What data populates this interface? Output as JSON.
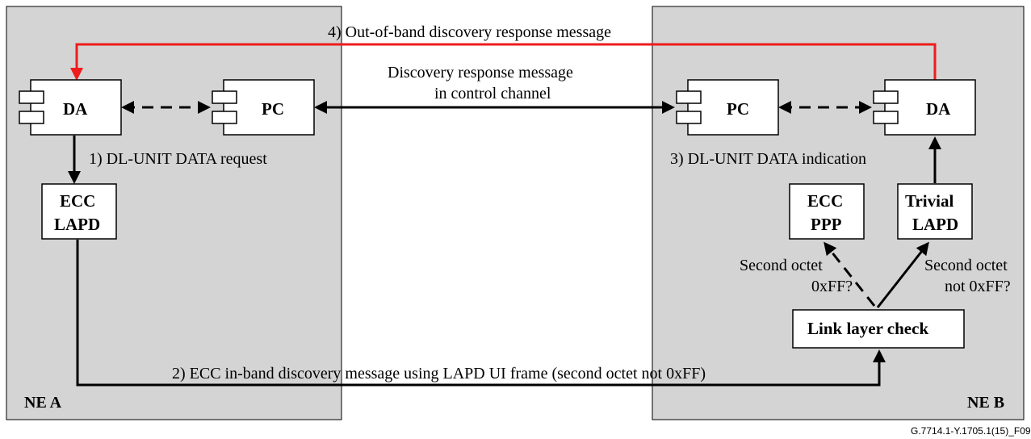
{
  "panels": {
    "left": "NE A",
    "right": "NE B"
  },
  "boxes": {
    "da_left": "DA",
    "pc_left": "PC",
    "pc_right": "PC",
    "da_right": "DA",
    "ecc_lapd_line1": "ECC",
    "ecc_lapd_line2": "LAPD",
    "ecc_ppp_line1": "ECC",
    "ecc_ppp_line2": "PPP",
    "trivial_lapd_line1": "Trivial",
    "trivial_lapd_line2": "LAPD",
    "link_layer_check": "Link layer check"
  },
  "labels": {
    "step1": "1) DL-UNIT DATA request",
    "step2": "2) ECC in-band discovery message using LAPD UI frame (second octet not 0xFF)",
    "step3": "3) DL-UNIT DATA indication",
    "step4": "4) Out-of-band discovery response message",
    "control_channel_line1": "Discovery response message",
    "control_channel_line2": "in control channel",
    "second_octet_ff_line1": "Second octet",
    "second_octet_ff_line2": "0xFF?",
    "second_octet_not_ff_line1": "Second octet",
    "second_octet_not_ff_line2": "not 0xFF?"
  },
  "figure_id": "G.7714.1-Y.1705.1(15)_F09",
  "colors": {
    "panel": "#d4d4d4",
    "oob_arrow": "#ee1c1c"
  }
}
